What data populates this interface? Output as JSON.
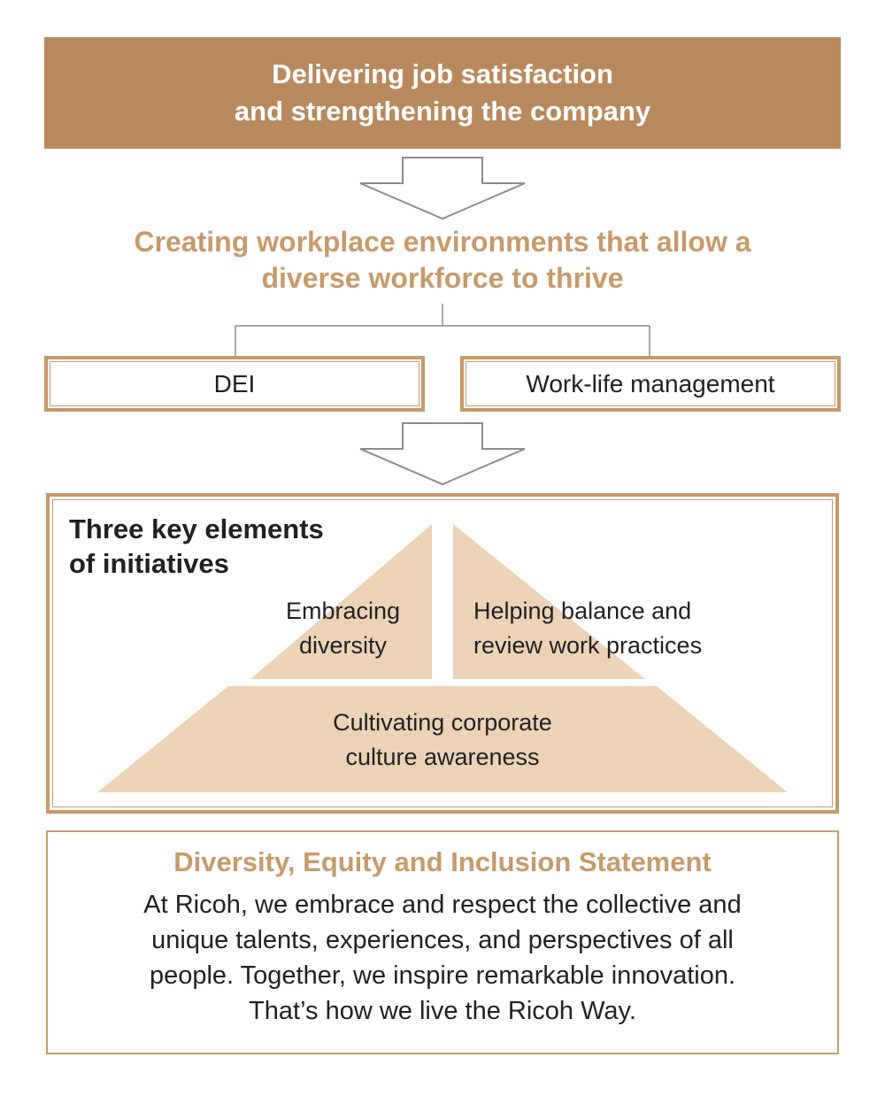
{
  "colors": {
    "banner_bg": "#b9895e",
    "accent": "#c8996b",
    "pyramid_fill": "#ebd3b8",
    "text_dark": "#231f20",
    "line_gray": "#8c8c8c"
  },
  "banner": {
    "text": "Delivering job satisfaction\nand strengthening the company"
  },
  "flow": {
    "heading": "Creating workplace environments that allow a\ndiverse workforce to thrive",
    "left_box": "DEI",
    "right_box": "Work-life management"
  },
  "key_elements": {
    "title": "Three key elements\nof initiatives",
    "embracing": "Embracing\ndiversity",
    "helping": "Helping balance and\nreview work practices",
    "cultivating": "Cultivating corporate\nculture awareness"
  },
  "statement": {
    "title": "Diversity, Equity and Inclusion Statement",
    "body": "At Ricoh, we embrace and respect the collective and\nunique talents, experiences, and perspectives of all\npeople. Together, we inspire remarkable innovation.\nThat’s how we live the Ricoh Way."
  }
}
